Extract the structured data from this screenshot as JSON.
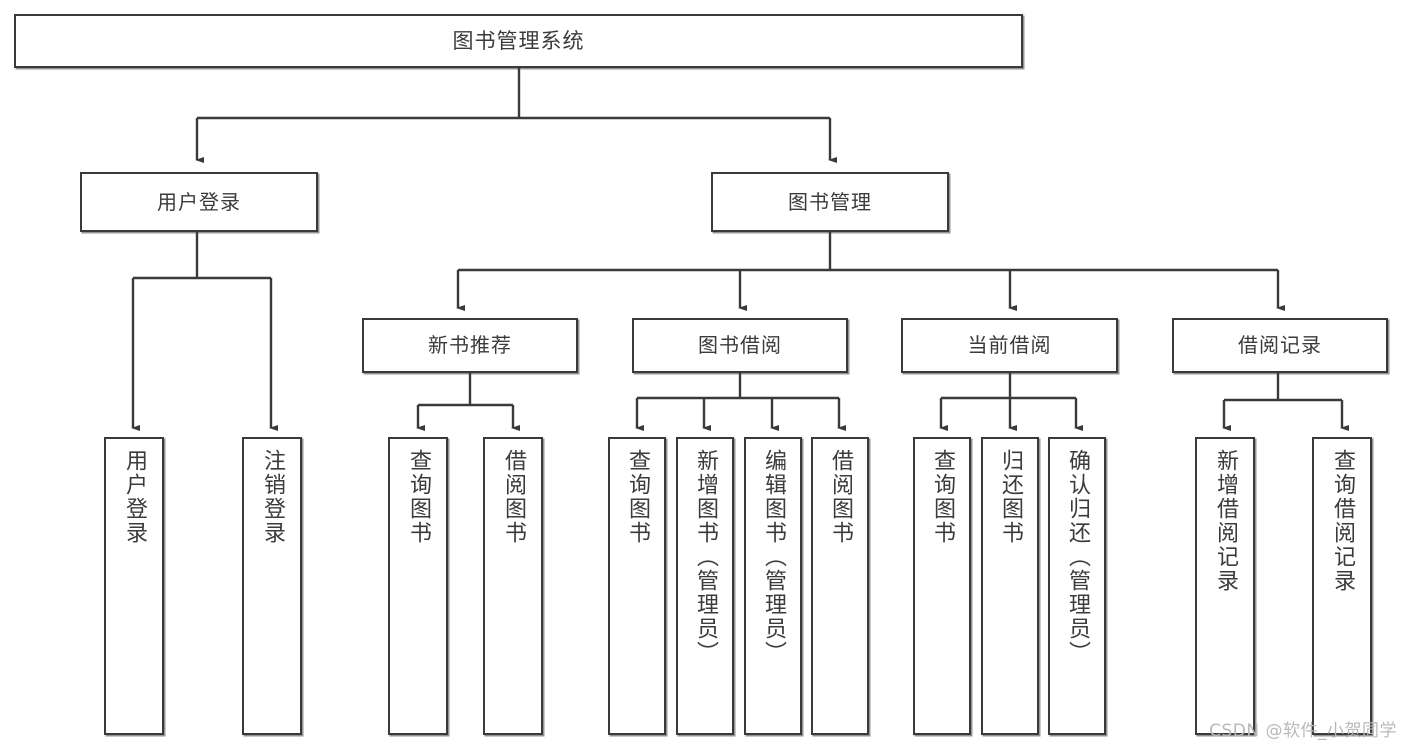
{
  "diagram": {
    "title": "图书管理系统",
    "type": "tree",
    "watermark": "CSDN @软件_小贺同学",
    "colors": {
      "box_border": "#3a3a3a",
      "box_fill": "#ffffff",
      "text": "#3b3b3b",
      "connector": "#3a3a3a",
      "watermark": "#b9b9b9",
      "background": "#ffffff"
    },
    "root": {
      "label": "图书管理系统"
    },
    "level2": [
      {
        "label": "用户登录"
      },
      {
        "label": "图书管理"
      }
    ],
    "level3": [
      {
        "label": "新书推荐"
      },
      {
        "label": "图书借阅"
      },
      {
        "label": "当前借阅"
      },
      {
        "label": "借阅记录"
      }
    ],
    "leaves": {
      "user_login": [
        {
          "label": "用户登录"
        },
        {
          "label": "注销登录"
        }
      ],
      "new_book_recommend": [
        {
          "label": "查询图书"
        },
        {
          "label": "借阅图书"
        }
      ],
      "book_borrow": [
        {
          "label": "查询图书"
        },
        {
          "label": "新增图书（管理员）"
        },
        {
          "label": "编辑图书（管理员）"
        },
        {
          "label": "借阅图书"
        }
      ],
      "current_borrow": [
        {
          "label": "查询图书"
        },
        {
          "label": "归还图书"
        },
        {
          "label": "确认归还（管理员）"
        }
      ],
      "borrow_records": [
        {
          "label": "新增借阅记录"
        },
        {
          "label": "查询借阅记录"
        }
      ]
    }
  }
}
